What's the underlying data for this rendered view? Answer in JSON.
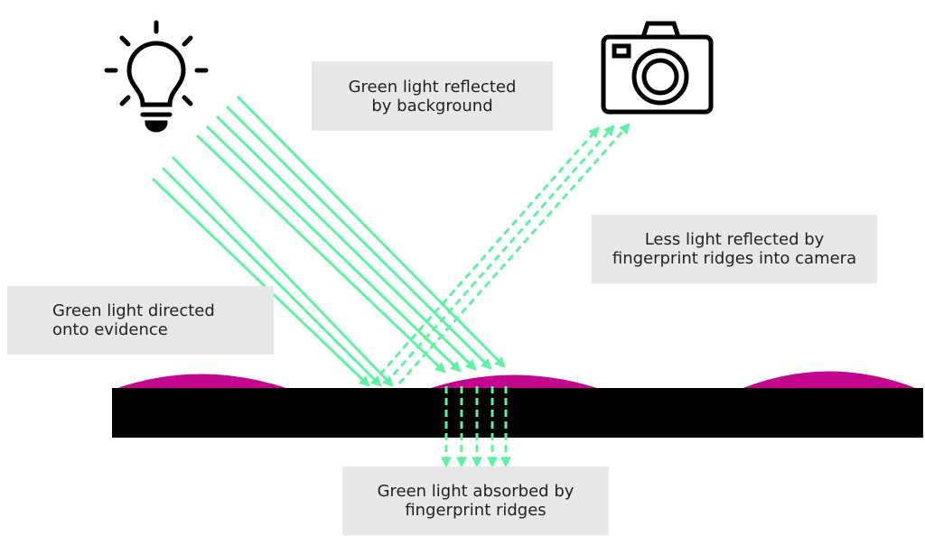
{
  "colors": {
    "light": "#5ef2a2",
    "fingerprint": "#c4068f",
    "surface": "#000000",
    "label_bg": "#e8e8e8"
  },
  "icons": {
    "source": "light-bulb-icon",
    "camera": "camera-icon"
  },
  "labels": {
    "reflected_background": [
      "Green light reflected",
      "by background"
    ],
    "less_reflected": [
      "Less light reflected by",
      "fingerprint ridges into camera"
    ],
    "directed": [
      "Green light directed",
      "onto evidence"
    ],
    "absorbed": [
      "Green light absorbed by",
      "fingerprint ridges"
    ]
  }
}
